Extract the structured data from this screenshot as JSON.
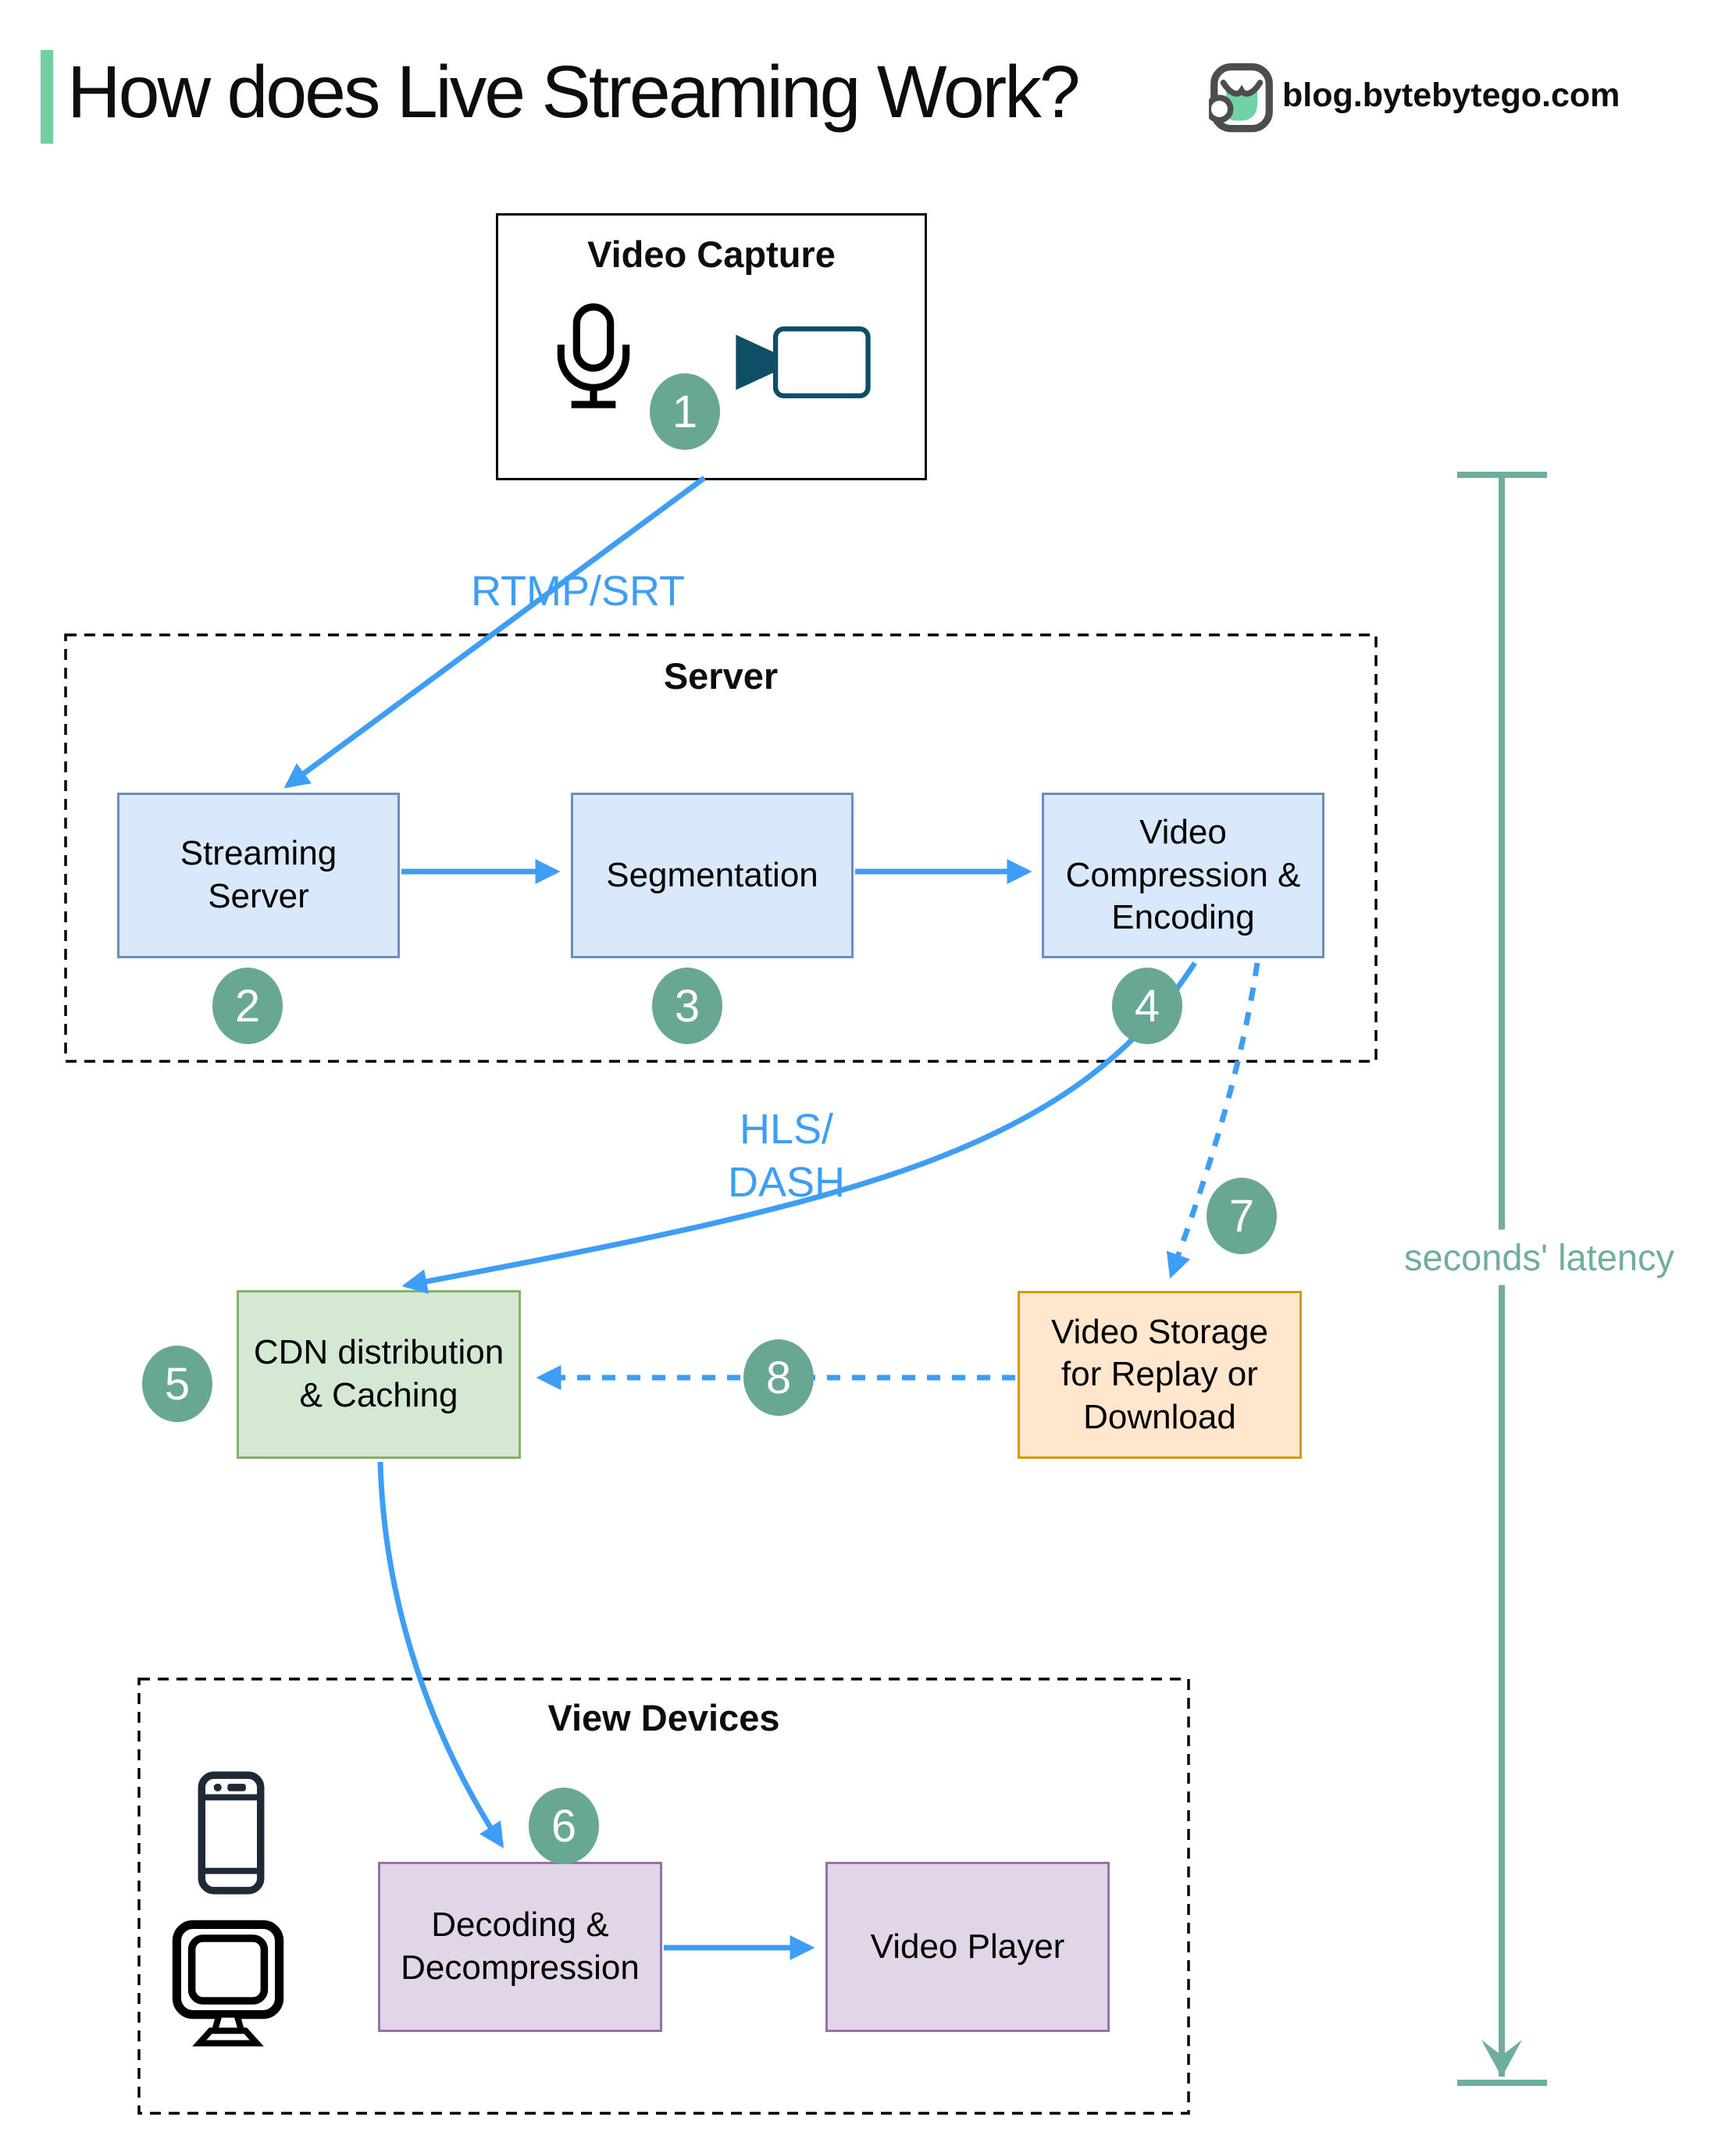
{
  "header": {
    "title": "How does Live Streaming Work?",
    "brand": "blog.bytebytego.com"
  },
  "groups": {
    "server": {
      "label": "Server"
    },
    "view_devices": {
      "label": "View Devices"
    }
  },
  "nodes": {
    "video_capture": {
      "label": "Video Capture"
    },
    "streaming_server": {
      "label": "Streaming Server"
    },
    "segmentation": {
      "label": "Segmentation"
    },
    "video_compression": {
      "label": "Video Compression & Encoding"
    },
    "cdn": {
      "label": "CDN distribution & Caching"
    },
    "video_storage": {
      "label": "Video Storage for Replay or Download"
    },
    "decoding": {
      "label": "Decoding & Decompression"
    },
    "video_player": {
      "label": "Video Player"
    }
  },
  "edge_labels": {
    "ingest_protocol": "RTMP/SRT",
    "delivery_protocol": "HLS/\nDASH"
  },
  "latency": {
    "label": "seconds' latency"
  },
  "badges": [
    "1",
    "2",
    "3",
    "4",
    "5",
    "6",
    "7",
    "8"
  ],
  "colors": {
    "accent_green": "#71cfa2",
    "badge_teal": "#68a794",
    "arrow_blue": "#3e9ef6",
    "latency_teal": "#6fae9e",
    "node_blue_fill": "#dae8fc",
    "node_blue_border": "#6c8ebf",
    "node_green_fill": "#d5e8d4",
    "node_green_border": "#82b366",
    "node_orange_fill": "#ffe6cc",
    "node_orange_border": "#d79b00",
    "node_purple_fill": "#e1d5e7",
    "node_purple_border": "#9673a6",
    "camera_teal": "#0e4f66"
  }
}
